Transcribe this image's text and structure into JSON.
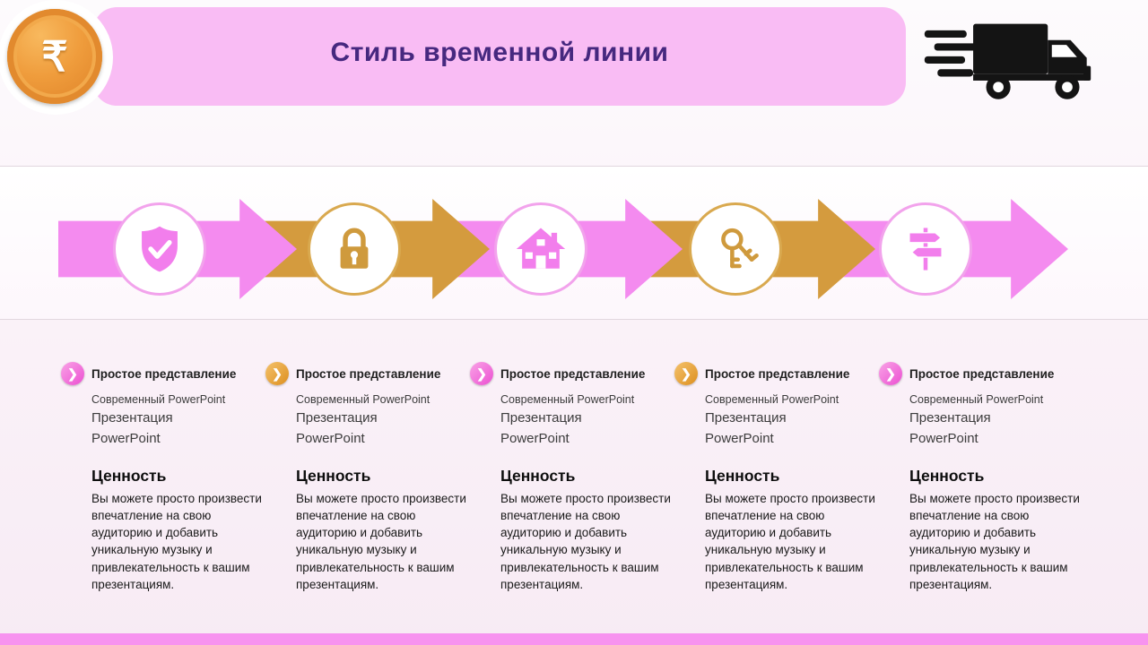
{
  "title": "Стиль временной линии",
  "colors": {
    "band_pink": "#F9BCF4",
    "arrow_pink": "#F48BEF",
    "arrow_gold": "#D49B3E",
    "title_purple": "#46287F",
    "footer_pink": "#F793EF",
    "coin_orange": "#EF9C3C",
    "truck_black": "#141414"
  },
  "icons": {
    "rupee_glyph": "₹",
    "chevron_glyph": "❯",
    "coin": "rupee-coin-icon",
    "truck": "delivery-truck-icon"
  },
  "timeline": {
    "steps": [
      {
        "icon": "shield-check-icon",
        "accent": "pink"
      },
      {
        "icon": "padlock-icon",
        "accent": "gold"
      },
      {
        "icon": "house-icon",
        "accent": "pink"
      },
      {
        "icon": "keys-icon",
        "accent": "gold"
      },
      {
        "icon": "signpost-icon",
        "accent": "pink"
      }
    ]
  },
  "columns": [
    {
      "accent": "pink",
      "header": "Простое представление",
      "subline1": "Современный PowerPoint",
      "subline2": "Презентация PowerPoint",
      "value_title": "Ценность",
      "value_text": "Вы можете просто произвести впечатление на свою аудиторию и добавить уникальную музыку и привлекательность к вашим презентациям."
    },
    {
      "accent": "gold",
      "header": "Простое представление",
      "subline1": "Современный PowerPoint",
      "subline2": "Презентация PowerPoint",
      "value_title": "Ценность",
      "value_text": "Вы можете просто произвести впечатление на свою аудиторию и добавить уникальную музыку и привлекательность к вашим презентациям."
    },
    {
      "accent": "pink",
      "header": "Простое представление",
      "subline1": "Современный PowerPoint",
      "subline2": "Презентация PowerPoint",
      "value_title": "Ценность",
      "value_text": "Вы можете просто произвести впечатление на свою аудиторию и добавить уникальную музыку и привлекательность к вашим презентациям."
    },
    {
      "accent": "gold",
      "header": "Простое представление",
      "subline1": "Современный PowerPoint",
      "subline2": "Презентация PowerPoint",
      "value_title": "Ценность",
      "value_text": "Вы можете просто произвести впечатление на свою аудиторию и добавить уникальную музыку и привлекательность к вашим презентациям."
    },
    {
      "accent": "pink",
      "header": "Простое представление",
      "subline1": "Современный PowerPoint",
      "subline2": "Презентация PowerPoint",
      "value_title": "Ценность",
      "value_text": "Вы можете просто произвести впечатление на свою аудиторию и добавить уникальную музыку и привлекательность к вашим презентациям."
    }
  ]
}
